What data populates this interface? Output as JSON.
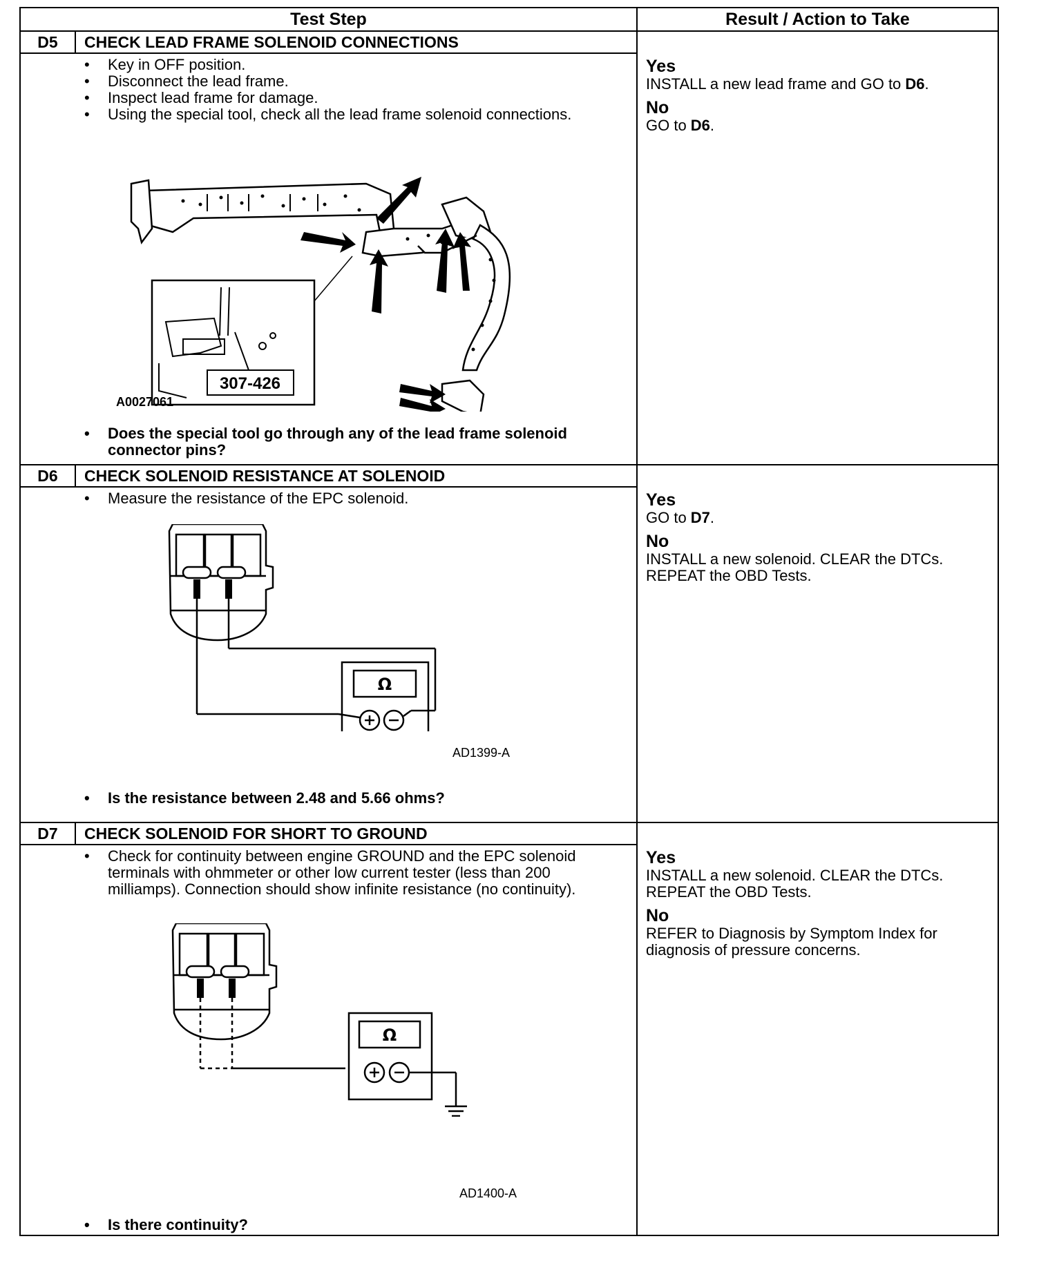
{
  "headers": {
    "test_step": "Test Step",
    "result": "Result / Action to Take"
  },
  "sections": [
    {
      "id": "D5",
      "title": "CHECK LEAD FRAME SOLENOID CONNECTIONS",
      "steps": [
        "Key in OFF position.",
        "Disconnect the lead frame.",
        "Inspect lead frame for damage.",
        "Using the special tool, check all the lead frame solenoid connections."
      ],
      "figure_tool_label": "307-426",
      "figure_id": "A0027061",
      "question": "Does the special tool go through any of the lead frame solenoid connector pins?",
      "yes_label": "Yes",
      "yes_text": "INSTALL a new lead frame and GO to ",
      "yes_ref": "D6",
      "yes_tail": ".",
      "no_label": "No",
      "no_text": "GO to ",
      "no_ref": "D6",
      "no_tail": "."
    },
    {
      "id": "D6",
      "title": "CHECK SOLENOID RESISTANCE AT SOLENOID",
      "steps": [
        "Measure the resistance of the EPC solenoid."
      ],
      "meter_symbol": "Ω",
      "figure_id": "AD1399-A",
      "question": "Is the resistance between 2.48 and 5.66 ohms?",
      "yes_label": "Yes",
      "yes_text": "GO to ",
      "yes_ref": "D7",
      "yes_tail": ".",
      "no_label": "No",
      "no_text": "INSTALL a new solenoid. CLEAR the DTCs. REPEAT the OBD Tests."
    },
    {
      "id": "D7",
      "title": "CHECK SOLENOID FOR SHORT TO GROUND",
      "steps": [
        "Check for continuity between engine GROUND and the EPC solenoid terminals with ohmmeter or other low current tester (less than 200 milliamps). Connection should show infinite resistance (no continuity)."
      ],
      "meter_symbol": "Ω",
      "figure_id": "AD1400-A",
      "question": "Is there continuity?",
      "yes_label": "Yes",
      "yes_text": "INSTALL a new solenoid. CLEAR the DTCs. REPEAT the OBD Tests.",
      "no_label": "No",
      "no_text": "REFER to Diagnosis by Symptom Index for diagnosis of pressure concerns."
    }
  ]
}
